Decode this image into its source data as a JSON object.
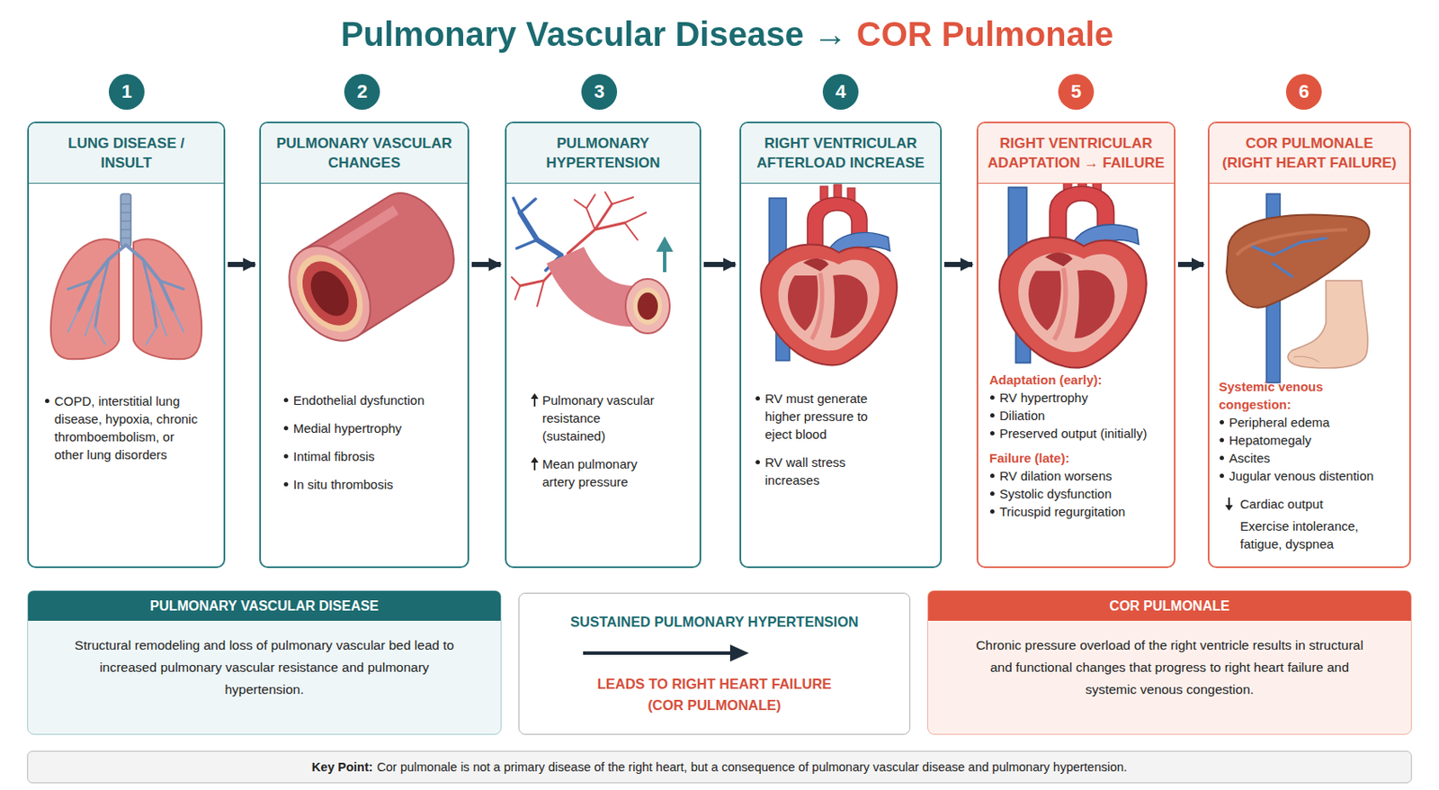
{
  "diagram": {
    "title": "Pulmonary Vascular Disease → COR Pulmonale",
    "nodes": [
      {
        "text": [
          "1"
        ]
      },
      {
        "text": [
          "LUNG DISEASE / INSULT",
          "COPD, interstitial lung disease, hypoxia, chronic thromboembolism, or other lung disorders"
        ]
      },
      {
        "text": [
          "2"
        ]
      },
      {
        "text": [
          "PULMONARY VASCULAR CHANGES",
          "Endothelial dysfunction",
          "Medial hypertrophy",
          "Intimal fibrosis",
          "In situ thrombosis"
        ]
      },
      {
        "text": [
          "3"
        ]
      },
      {
        "text": [
          "PULMONARY HYPERTENSION",
          "Pulmonary vascular resistance (sustained)",
          "Mean pulmonary artery pressure"
        ]
      },
      {
        "text": [
          "4"
        ]
      },
      {
        "text": [
          "RIGHT VENTRICULAR AFTERLOAD INCREASE",
          "RV must generate higher pressure to eject blood",
          "RV wall stress increases"
        ]
      },
      {
        "text": [
          "5"
        ]
      },
      {
        "text": [
          "RIGHT VENTRICULAR ADAPTATION → FAILURE",
          "Adaptation (early):",
          "RV hypertrophy",
          "Diliation",
          "Preserved output (initially)",
          "Failure (late):",
          "RV dilation worsens",
          "Systolic dysfunction",
          "Tricuspid regurgitation"
        ]
      },
      {
        "text": [
          "6"
        ]
      },
      {
        "text": [
          "COR PULMONALE (RIGHT HEART FAILURE)",
          "Systemic venous congestion:",
          "Peripheral edema",
          "Hepatomegaly",
          "Ascites",
          "Jugular venous distention",
          "Cardiac output",
          "Exercise intolerance, fatigue, dyspnea"
        ]
      },
      {
        "text": [
          "PULMONARY VASCULAR DISEASE",
          "Structural remodeling and loss of pulmonary vascular bed lead to increased pulmonary vascular resistance and pulmonary hypertension."
        ]
      },
      {
        "text": [
          "SUSTAINED PULMONARY HYPERTENSION",
          "LEADS TO RIGHT HEART FAILURE (COR PULMONALE)"
        ]
      },
      {
        "text": [
          "COR PULMONALE",
          "Chronic pressure overload of the right ventricle results in structural and functional changes that progress to right heart failure and systemic venous congestion."
        ]
      },
      {
        "text": [
          "Key Point:",
          "Cor pulmonale is not a primary disease of the right heart, but a consequence of pulmonary vascular disease and pulmonary hypertension."
        ]
      }
    ],
    "edges": [
      {
        "from": 1,
        "to": 3,
        "arrow": "to"
      },
      {
        "from": 3,
        "to": 5,
        "arrow": "to"
      },
      {
        "from": 5,
        "to": 7,
        "arrow": "to"
      },
      {
        "from": 7,
        "to": 9,
        "arrow": "to"
      },
      {
        "from": 9,
        "to": 11,
        "arrow": "to"
      }
    ]
  }
}
